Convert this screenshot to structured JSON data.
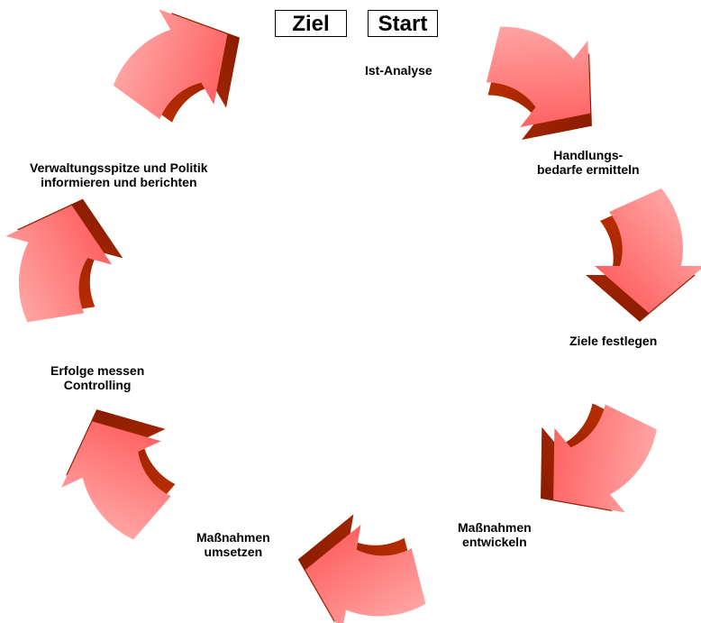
{
  "header": {
    "goal_label": "Ziel",
    "start_label": "Start"
  },
  "steps": [
    {
      "lines": [
        "Ist-Analyse"
      ]
    },
    {
      "lines": [
        "Handlungs-",
        "bedarfe ermitteln"
      ]
    },
    {
      "lines": [
        "Ziele festlegen"
      ]
    },
    {
      "lines": [
        "Maßnahmen",
        "entwickeln"
      ]
    },
    {
      "lines": [
        "Maßnahmen",
        "umsetzen"
      ]
    },
    {
      "lines": [
        "Erfolge messen",
        "Controlling"
      ]
    },
    {
      "lines": [
        "Verwaltungsspitze und Politik",
        "informieren und berichten"
      ]
    }
  ],
  "colors": {
    "arrow_face_light": "#ffb0b0",
    "arrow_face_dark": "#ff4d4d",
    "arrow_side": "#b82800"
  }
}
